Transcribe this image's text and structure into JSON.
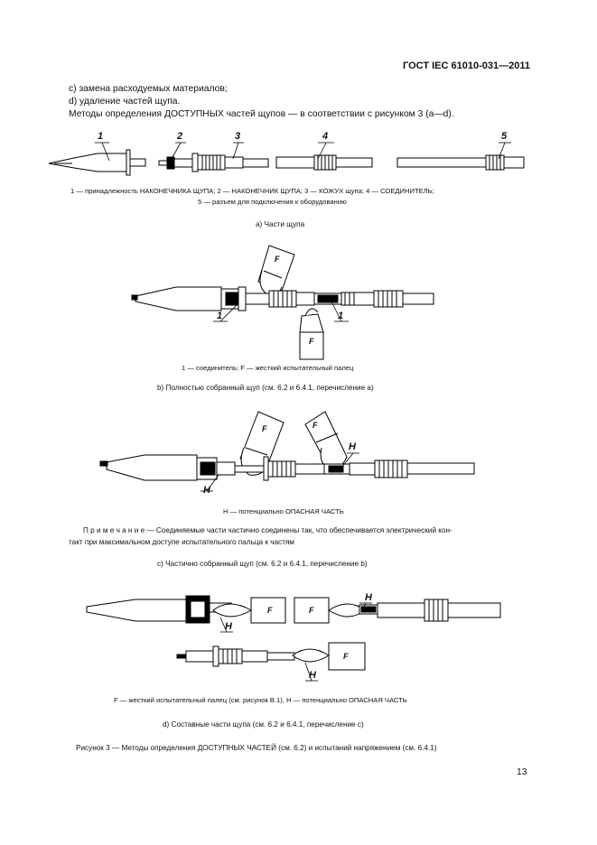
{
  "header": {
    "standard": "ГОСТ IEC 61010-031—2011"
  },
  "intro": {
    "line_c": "с)  замена расходуемых материалов;",
    "line_d": "d)  удаление частей щупа.",
    "line_methods": "Методы определения ДОСТУПНЫХ частей щупов — в соответствии с рисунком 3 (a—d)."
  },
  "figure_a": {
    "labels": [
      "1",
      "2",
      "3",
      "4",
      "5"
    ],
    "legend_line1": "1 — принадлежность НАКОНЕЧНИКА ЩУПА; 2 — НАКОНЕЧНИК ЩУПА; 3 — КОЖУХ щупа; 4 — СОЕДИНИТЕЛЬ;",
    "legend_line2": "5 — разъем для подключения к оборудованию",
    "caption": "a)  Части щупа"
  },
  "figure_b": {
    "labels": [
      "1",
      "1"
    ],
    "finger_label": "F",
    "legend": "1 — соединитель; F — жесткий испытательный палец",
    "caption": "b)  Полностью собранный щуп (см. 6.2 и 6.4.1, перечисление а)"
  },
  "figure_c": {
    "labels": [
      "H",
      "H"
    ],
    "legend": "H — потенциально ОПАСНАЯ ЧАСТЬ",
    "note_line1": "П р и м е ч а н и е — Соединяемые части частично соединены так, что обеспечивается электрический кон-",
    "note_line2": "такт при максимальном доступе испытательного пальца к частям",
    "caption": "c)  Частично собранный щуп (см. 6.2 и 6.4.1, перечисление b)"
  },
  "figure_d": {
    "labels": [
      "H",
      "H",
      "H"
    ],
    "finger_label": "F",
    "legend": "F — жесткий испытательный палец (см. рисунок В.1), H — потенциально ОПАСНАЯ ЧАСТЬ",
    "caption": "d)  Составные части щупа (см. 6.2 и 6.4.1, перечисление с)"
  },
  "figure_title": "Рисунок  3 — Методы определения ДОСТУПНЫХ ЧАСТЕЙ (см. 6.2) и испытаний напряжением (см. 6.4.1)",
  "page_number": "13"
}
